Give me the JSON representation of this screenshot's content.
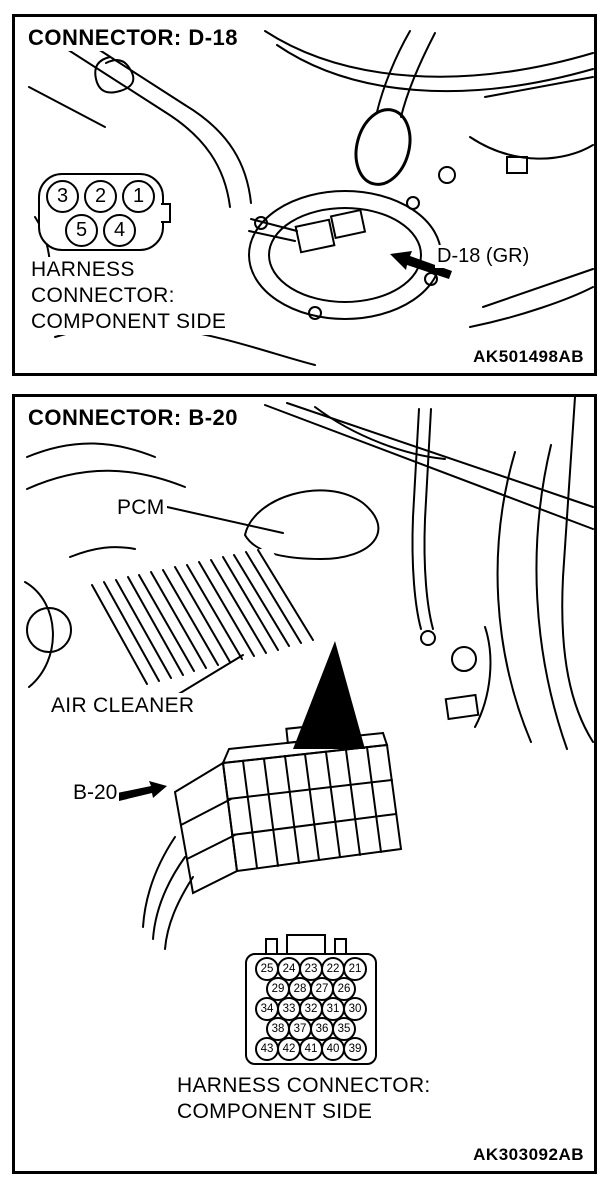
{
  "colors": {
    "ink": "#000000",
    "paper": "#ffffff"
  },
  "panel_d18": {
    "title": "CONNECTOR: D-18",
    "pins_row1": [
      "3",
      "2",
      "1"
    ],
    "pins_row2": [
      "5",
      "4"
    ],
    "harness_lines": [
      "HARNESS",
      "CONNECTOR:",
      "COMPONENT SIDE"
    ],
    "callout": "D-18 (GR)",
    "ref_code": "AK501498AB"
  },
  "panel_b20": {
    "title": "CONNECTOR: B-20",
    "pcm_label": "PCM",
    "air_cleaner_label": "AIR CLEANER",
    "callout": "B-20",
    "pin_rows": [
      [
        "25",
        "24",
        "23",
        "22",
        "21"
      ],
      [
        "29",
        "28",
        "27",
        "26"
      ],
      [
        "34",
        "33",
        "32",
        "31",
        "30"
      ],
      [
        "38",
        "37",
        "36",
        "35"
      ],
      [
        "43",
        "42",
        "41",
        "40",
        "39"
      ]
    ],
    "harness_lines": [
      "HARNESS CONNECTOR:",
      "COMPONENT SIDE"
    ],
    "ref_code": "AK303092AB"
  }
}
